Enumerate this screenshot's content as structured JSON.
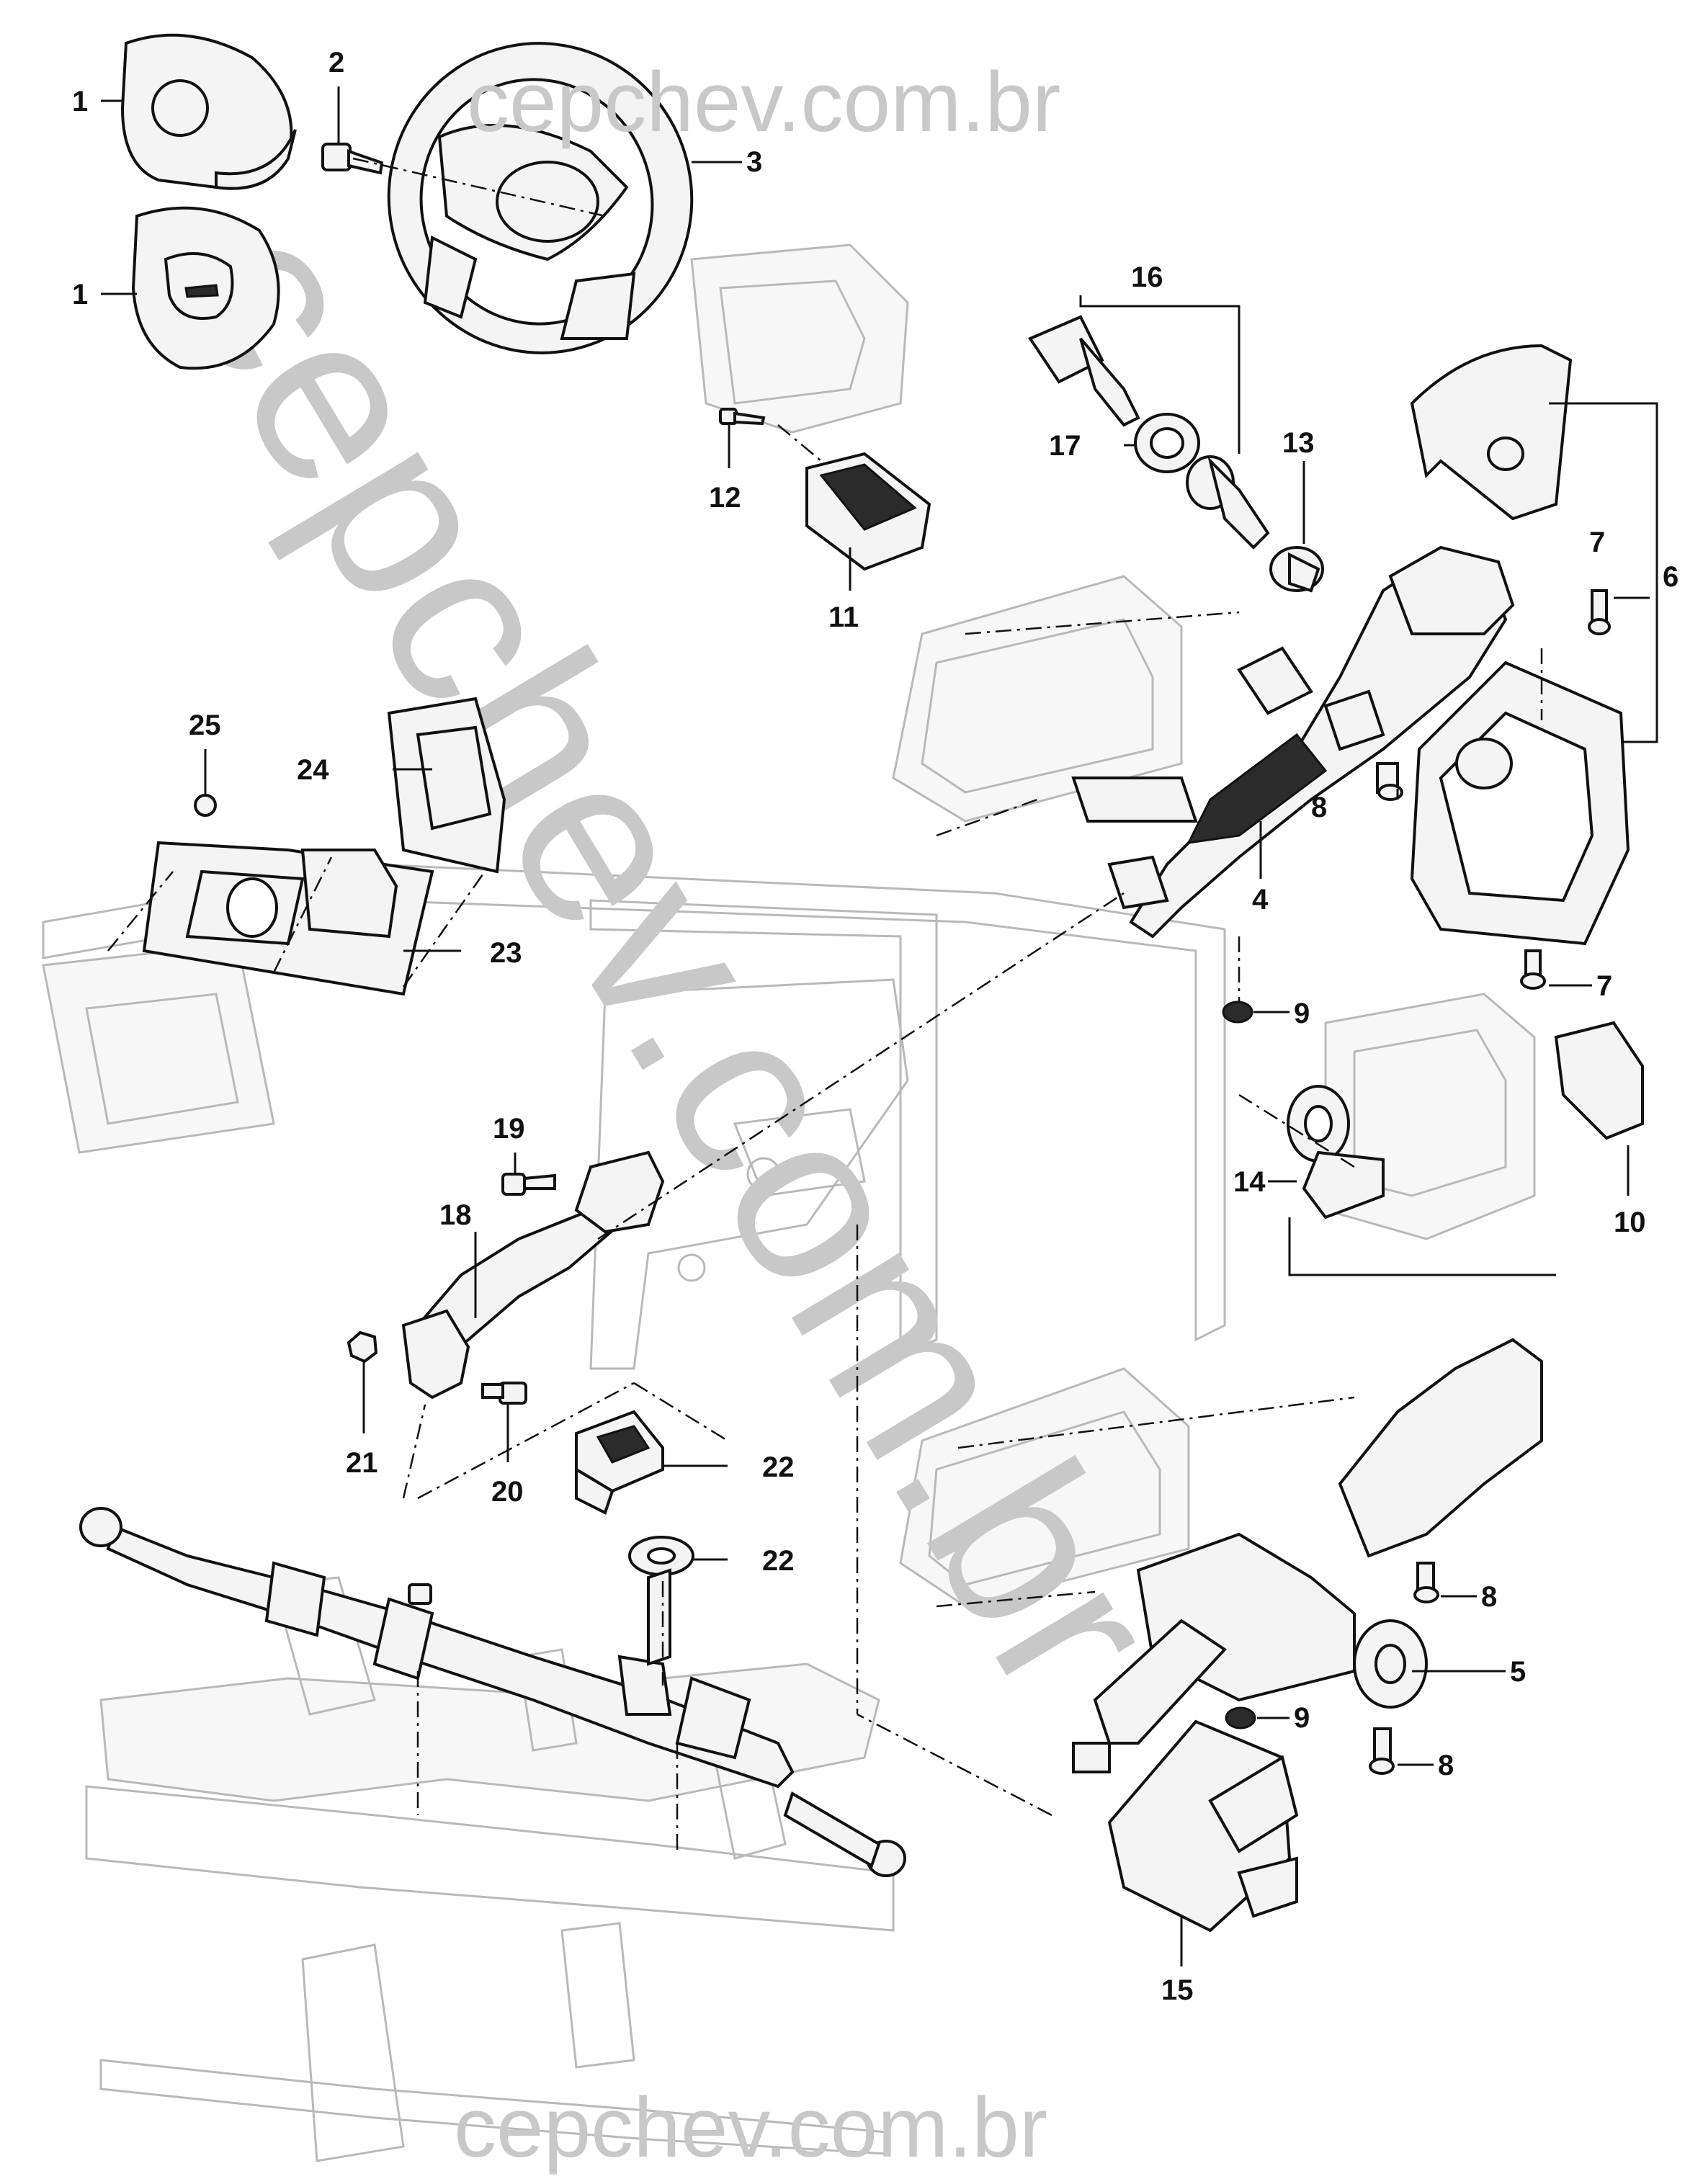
{
  "watermark": {
    "top": "cepchev.com.br",
    "bottom": "cepchev.com.br",
    "diagonal": "cepchev.com.br"
  },
  "callouts": [
    {
      "id": "c1a",
      "label": "1"
    },
    {
      "id": "c1b",
      "label": "1"
    },
    {
      "id": "c2",
      "label": "2"
    },
    {
      "id": "c3",
      "label": "3"
    },
    {
      "id": "c4",
      "label": "4"
    },
    {
      "id": "c5",
      "label": "5"
    },
    {
      "id": "c6",
      "label": "6"
    },
    {
      "id": "c7a",
      "label": "7"
    },
    {
      "id": "c7b",
      "label": "7"
    },
    {
      "id": "c8a",
      "label": "8"
    },
    {
      "id": "c8b",
      "label": "8"
    },
    {
      "id": "c8c",
      "label": "8"
    },
    {
      "id": "c9a",
      "label": "9"
    },
    {
      "id": "c9b",
      "label": "9"
    },
    {
      "id": "c10",
      "label": "10"
    },
    {
      "id": "c11",
      "label": "11"
    },
    {
      "id": "c12",
      "label": "12"
    },
    {
      "id": "c13",
      "label": "13"
    },
    {
      "id": "c14",
      "label": "14"
    },
    {
      "id": "c15",
      "label": "15"
    },
    {
      "id": "c16",
      "label": "16"
    },
    {
      "id": "c17",
      "label": "17"
    },
    {
      "id": "c18",
      "label": "18"
    },
    {
      "id": "c19",
      "label": "19"
    },
    {
      "id": "c20",
      "label": "20"
    },
    {
      "id": "c21",
      "label": "21"
    },
    {
      "id": "c22a",
      "label": "22"
    },
    {
      "id": "c22b",
      "label": "22"
    },
    {
      "id": "c23",
      "label": "23"
    },
    {
      "id": "c24",
      "label": "24"
    },
    {
      "id": "c25",
      "label": "25"
    }
  ]
}
